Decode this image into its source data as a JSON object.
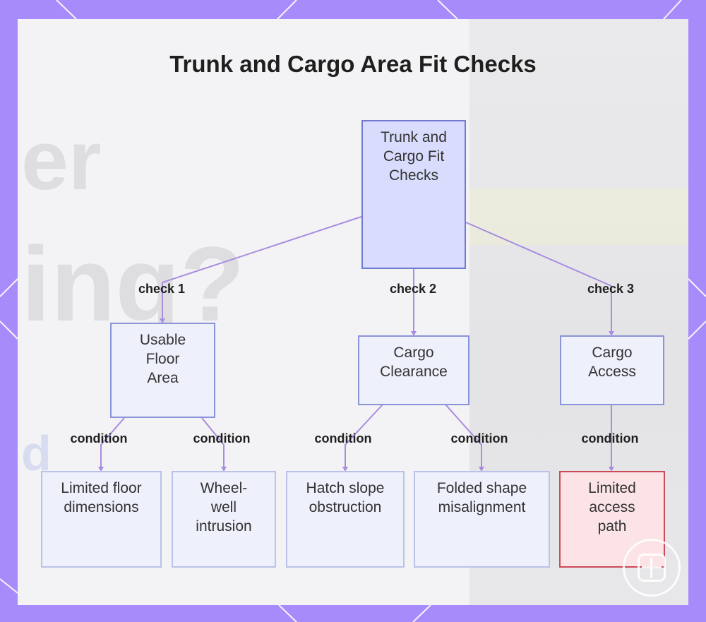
{
  "title": "Trunk and Cargo Area Fit Checks",
  "nodes": {
    "root": "Trunk and Cargo Fit Checks",
    "usable_floor_area": "Usable Floor Area",
    "cargo_clearance": "Cargo Clearance",
    "cargo_access": "Cargo Access",
    "limited_floor_dimensions": "Limited floor dimensions",
    "wheel_well_intrusion": "Wheel-well intrusion",
    "hatch_slope_obstruction": "Hatch slope obstruction",
    "folded_shape_misalignment": "Folded shape misalignment",
    "limited_access_path": "Limited access path"
  },
  "edges": {
    "check_1": "check 1",
    "check_2": "check 2",
    "check_3": "check 3",
    "condition_a": "condition",
    "condition_b": "condition",
    "condition_c": "condition",
    "condition_d": "condition",
    "condition_e": "condition"
  },
  "colors": {
    "frame": "#a78bfa",
    "edge": "#a98ce0",
    "node_border": "#8a94d8",
    "alert_border": "#cc4b5a"
  }
}
